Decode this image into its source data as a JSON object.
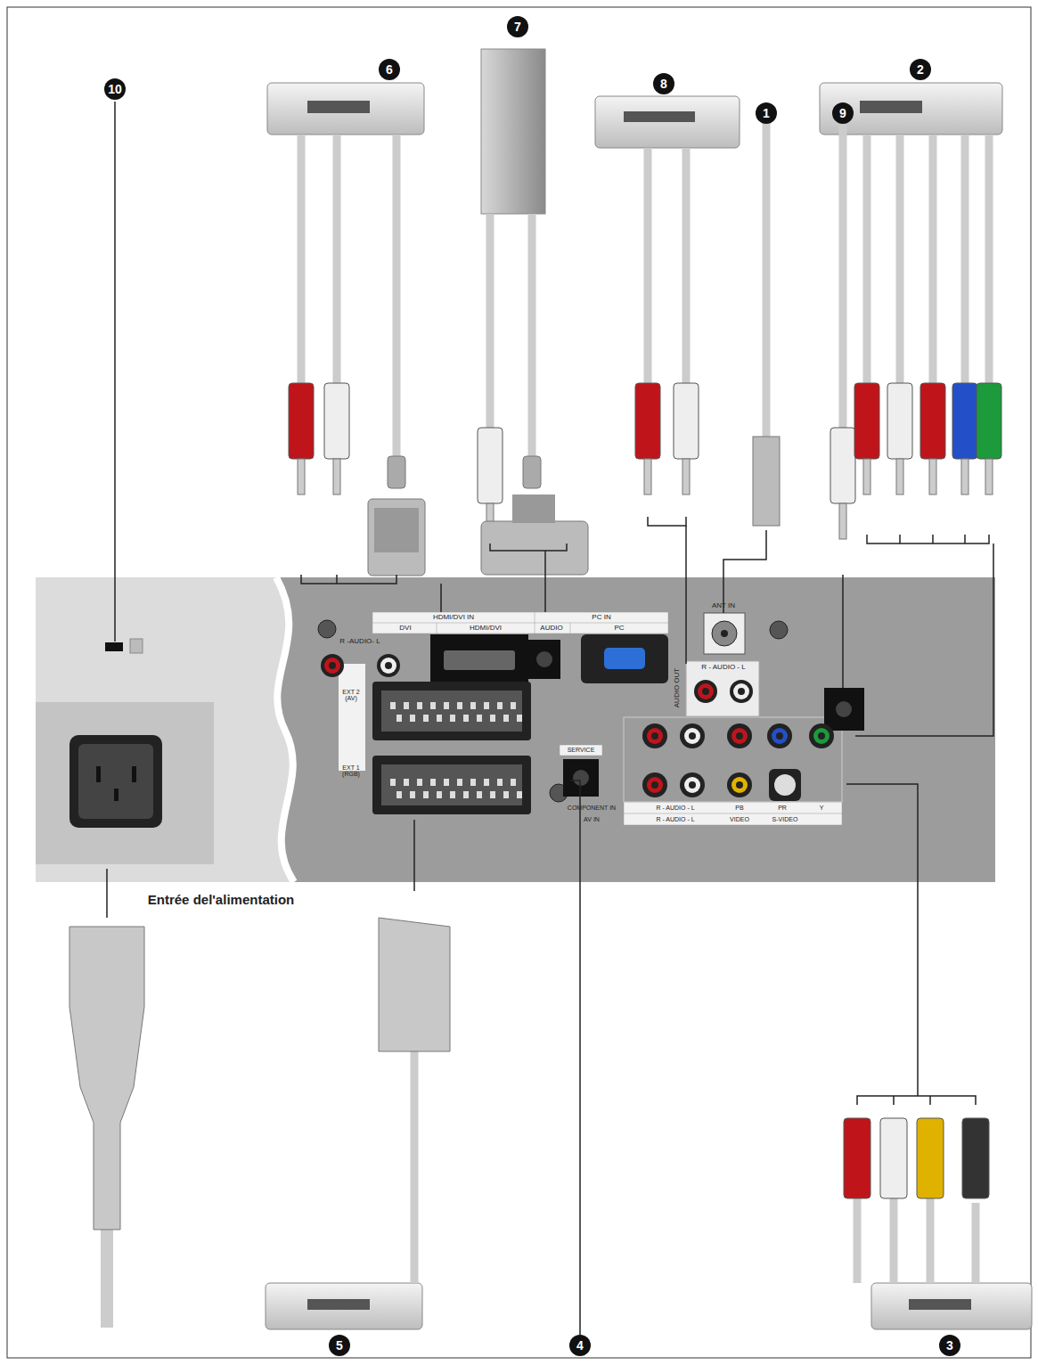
{
  "diagram": {
    "labels": [
      "10",
      "6",
      "7",
      "8",
      "1",
      "9",
      "2",
      "HDMI/DVI IN",
      "DVI",
      "HDMI/DVI",
      "PC IN",
      "AUDIO",
      "PC",
      "R -AUDIO- L",
      "ANT IN",
      "AUDIO OUT",
      "R - AUDIO - L",
      "EXT 2 (AV)",
      "EXT 1 (RGB)",
      "SERVICE",
      "COMPONENT IN",
      "R - AUDIO - L",
      "PB",
      "PR",
      "Y",
      "AV IN",
      "R - AUDIO - L",
      "VIDEO",
      "S-VIDEO",
      "Entrée del'alimentation",
      "5",
      "4",
      "3"
    ]
  }
}
